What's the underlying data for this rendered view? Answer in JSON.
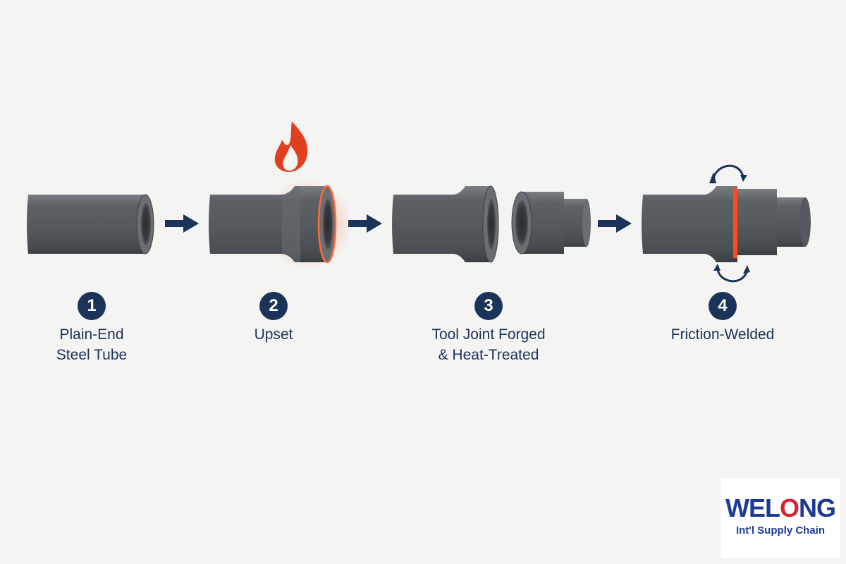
{
  "steps": [
    {
      "number": "1",
      "label_lines": [
        "Plain-End",
        "Steel Tube"
      ]
    },
    {
      "number": "2",
      "label_lines": [
        "Upset"
      ]
    },
    {
      "number": "3",
      "label_lines": [
        "Tool Joint Forged",
        "& Heat-Treated"
      ]
    },
    {
      "number": "4",
      "label_lines": [
        "Friction-Welded"
      ]
    }
  ],
  "logo": {
    "word_part1": "WEL",
    "word_o": "O",
    "word_part2": "NG",
    "tagline": "Int'l Supply Chain"
  },
  "icons": {
    "heat": "flame-icon",
    "flow": "arrow-right-icon",
    "rotation": "rotation-arrow-icon"
  },
  "colors": {
    "navy": "#1b3358",
    "steel": "#5c6064",
    "hot": "#ff5a2c",
    "flame": "#e0401f",
    "brand_blue": "#1d3b95",
    "brand_red": "#d6262d"
  }
}
